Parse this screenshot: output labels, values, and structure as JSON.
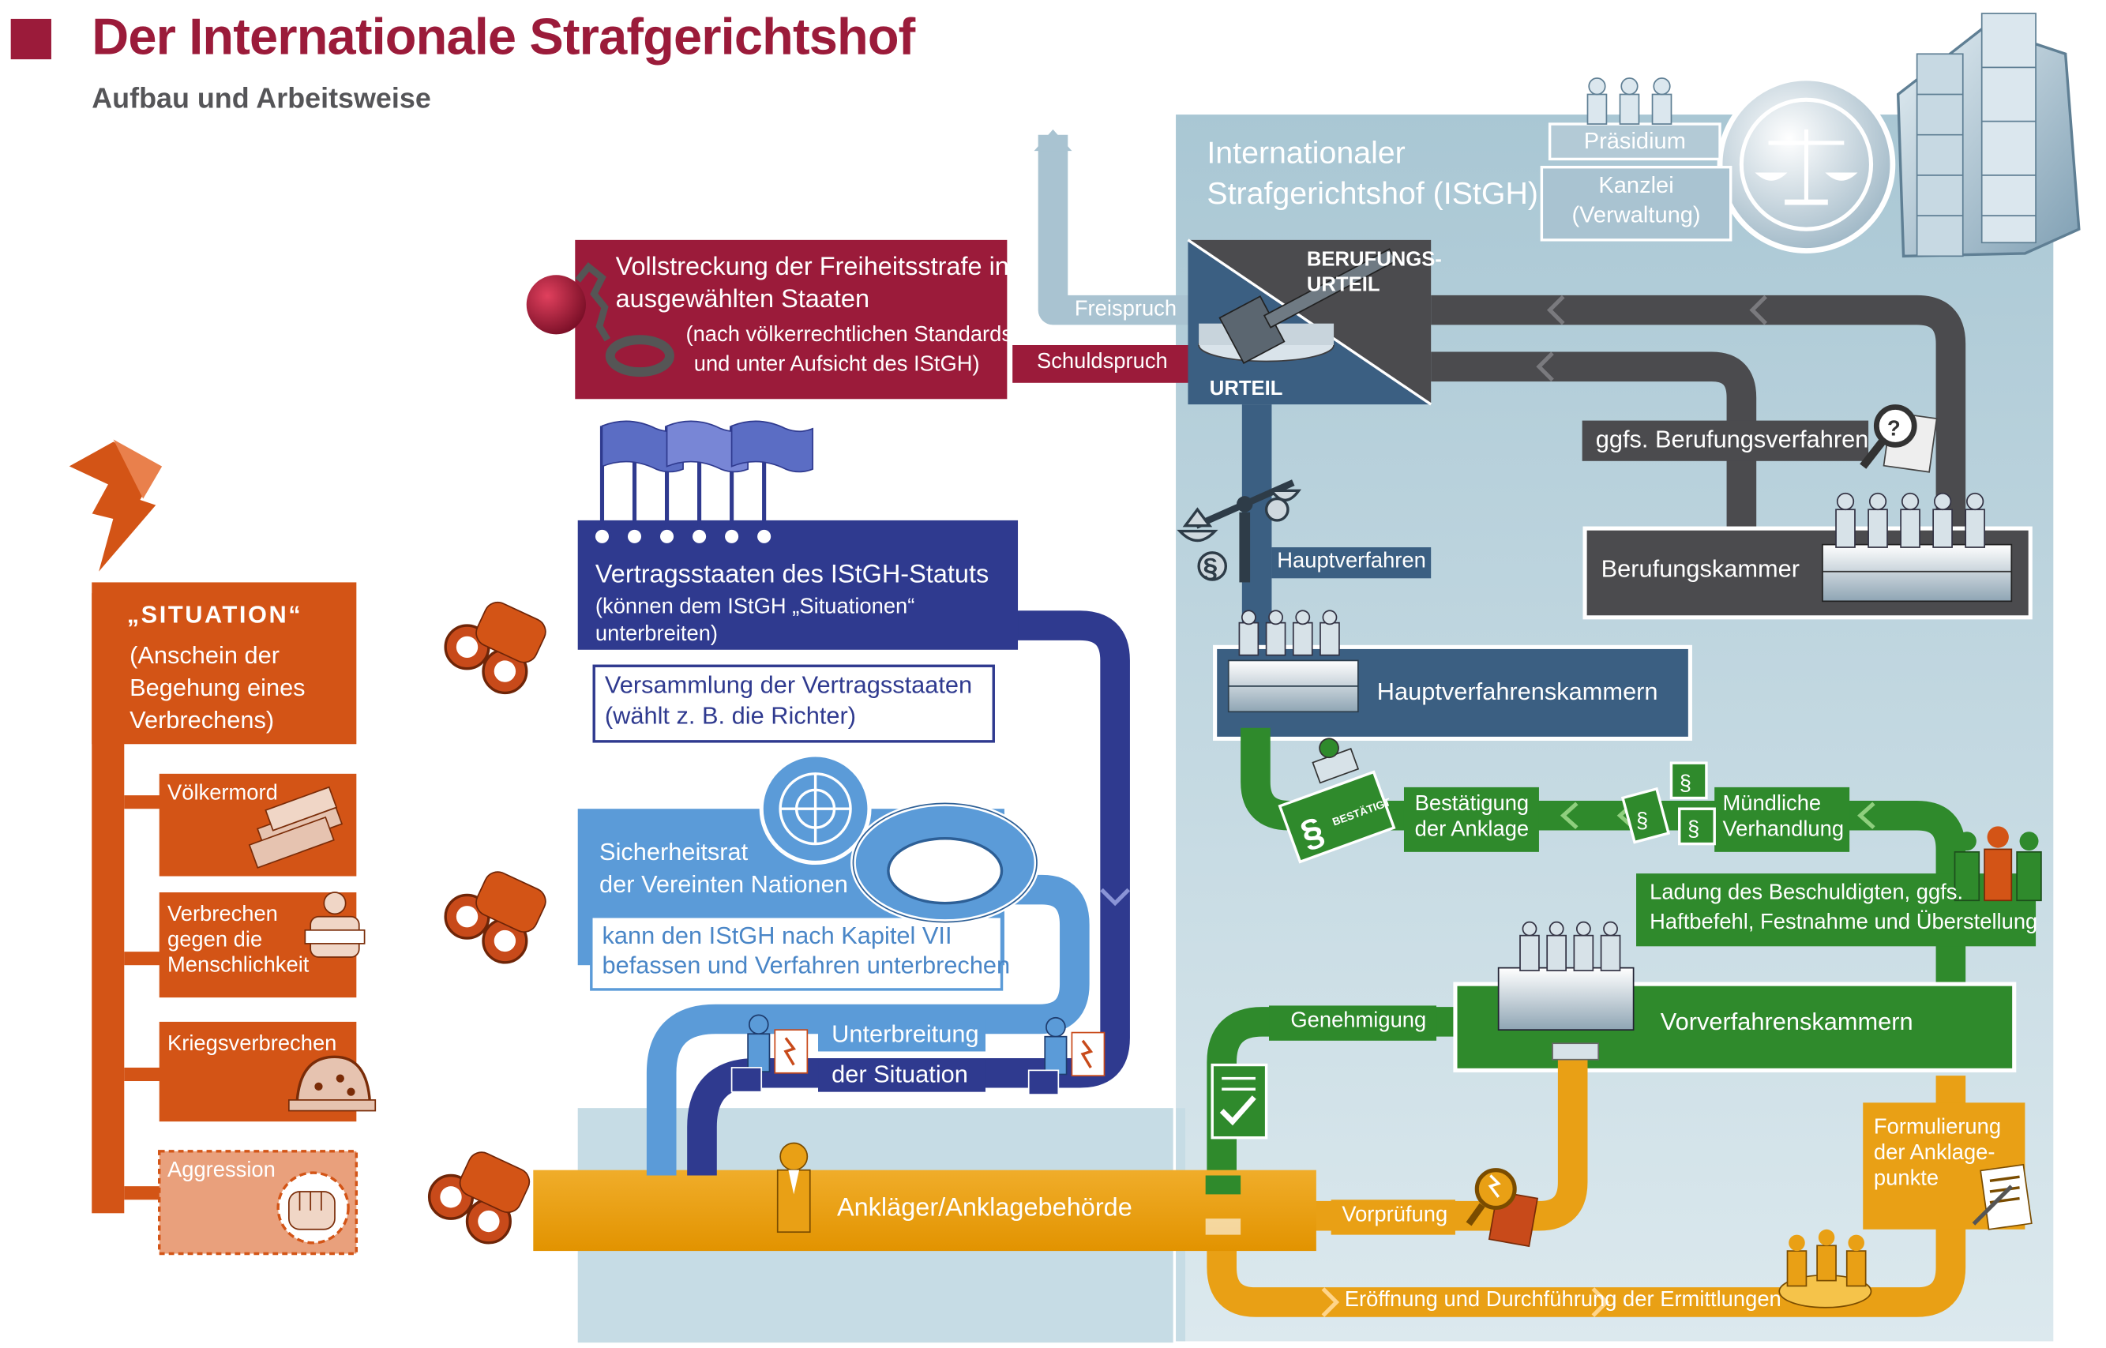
{
  "header": {
    "title": "Der Internationale Strafgerichtshof",
    "subtitle": "Aufbau und Arbeitsweise"
  },
  "colors": {
    "title": "#9b1b3a",
    "court_bg": "#b9d2dc",
    "dark_gray": "#4b4b4e",
    "navy": "#2f3a8f",
    "light_blue": "#5b9bd8",
    "orange": "#e9a015",
    "green": "#2f8a2c",
    "situation": "#d35416",
    "crimson": "#9b1b3a",
    "steel_blue": "#3b5f82"
  },
  "icc": {
    "label_line1": "Internationaler",
    "label_line2": "Strafgerichtshof (IStGH)",
    "praesidium": "Präsidium",
    "kanzlei_line1": "Kanzlei",
    "kanzlei_line2": "(Verwaltung)"
  },
  "judgment": {
    "berufungsurteil_line1": "BERUFUNGS-",
    "berufungsurteil_line2": "URTEIL",
    "urteil": "URTEIL",
    "freispruch": "Freispruch",
    "schuldspruch": "Schuldspruch"
  },
  "enforcement": {
    "line1": "Vollstreckung der Freiheitsstrafe in",
    "line2": "ausgewählten Staaten",
    "line3": "(nach völkerrechtlichen Standards",
    "line4": "und unter Aufsicht des IStGH)"
  },
  "appeal": {
    "verfahren": "ggfs. Berufungsverfahren",
    "kammer": "Berufungskammer"
  },
  "trial": {
    "hauptverfahren": "Hauptverfahren",
    "kammern": "Hauptverfahrenskammern"
  },
  "states_parties": {
    "line1": "Vertragsstaaten des IStGH-Statuts",
    "line2": "(können dem IStGH „Situationen“",
    "line3": "unterbreiten)",
    "assembly_line1": "Versammlung der Vertragsstaaten",
    "assembly_line2": "(wählt z. B. die Richter)"
  },
  "security_council": {
    "line1": "Sicherheitsrat",
    "line2": "der Vereinten Nationen",
    "note_line1": "kann den IStGH nach Kapitel VII",
    "note_line2": "befassen und Verfahren unterbrechen"
  },
  "submission": {
    "line1": "Unterbreitung",
    "line2": "der Situation"
  },
  "situation": {
    "title": "„SITUATION“",
    "line1": "(Anschein der",
    "line2": "Begehung eines",
    "line3": "Verbrechens)",
    "crimes": [
      "Völkermord",
      "Verbrechen gegen die Menschlichkeit",
      "Kriegsverbrechen",
      "Aggression"
    ],
    "crime2_line1": "Verbrechen",
    "crime2_line2": "gegen die",
    "crime2_line3": "Menschlichkeit"
  },
  "prosecution": {
    "anklaeger": "Ankläger/Anklagebehörde",
    "vorpruefung": "Vorprüfung",
    "ermittlungen": "Eröffnung und Durchführung der Ermittlungen",
    "formulierung_line1": "Formulierung",
    "formulierung_line2": "der Anklage-",
    "formulierung_line3": "punkte"
  },
  "pretrial": {
    "kammern": "Vorverfahrenskammern",
    "genehmigung": "Genehmigung",
    "ladung_line1": "Ladung des Beschuldigten, ggfs.",
    "ladung_line2": "Haftbefehl, Festnahme und Überstellung",
    "muendlich_line1": "Mündliche",
    "muendlich_line2": "Verhandlung",
    "bestaetigung_line1": "Bestätigung",
    "bestaetigung_line2": "der Anklage",
    "stamp": "BESTÄTIGT"
  }
}
